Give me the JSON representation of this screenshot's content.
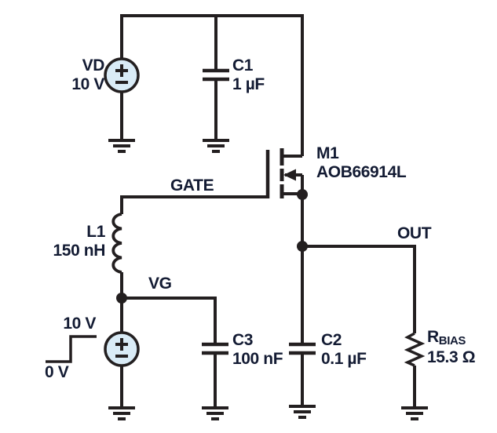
{
  "diagram_type": "circuit-schematic",
  "colors": {
    "wire": "#231f20",
    "text": "#131b33",
    "source_fill": "#d9ebf6",
    "background": "#ffffff"
  },
  "components": {
    "vd": {
      "ref": "VD",
      "value": "10 V"
    },
    "c1": {
      "ref": "C1",
      "value": "1 µF"
    },
    "m1": {
      "ref": "M1",
      "part": "AOB66914L"
    },
    "l1": {
      "ref": "L1",
      "value": "150 nH"
    },
    "vg_step": {
      "high": "10 V",
      "low": "0 V"
    },
    "c3": {
      "ref": "C3",
      "value": "100 nF"
    },
    "c2": {
      "ref": "C2",
      "value": "0.1 µF"
    },
    "rbias": {
      "ref": "R",
      "sub": "BIAS",
      "value": "15.3 Ω"
    }
  },
  "nets": {
    "gate": "GATE",
    "vg": "VG",
    "out": "OUT"
  }
}
